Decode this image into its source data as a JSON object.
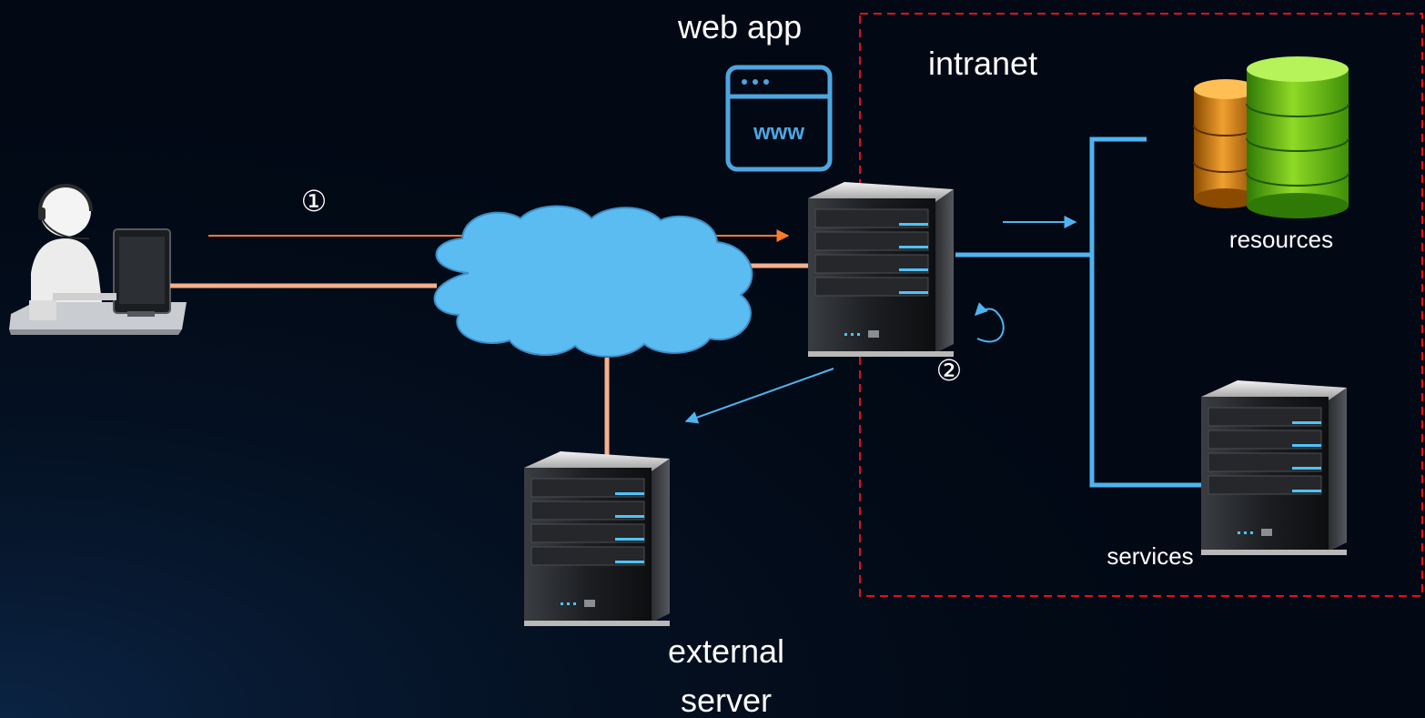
{
  "labels": {
    "web_app": "web app",
    "web_app_icon_text": "www",
    "intranet": "intranet",
    "resources": "resources",
    "services": "services",
    "external_line1": "external",
    "external_line2": "server",
    "step1": "①",
    "step2": "②"
  },
  "colors": {
    "background": "#020915",
    "request_arrow": "#ff7a2e",
    "user_link": "#f5b08c",
    "internal_link": "#4fb4ef",
    "cloud_fill": "#5bbcf2",
    "intranet_border": "#e0101a",
    "icon_stroke": "#4ea6e0"
  },
  "icons": [
    "user-at-computer-icon",
    "internet-cloud-icon",
    "web-app-window-icon",
    "server-icon",
    "database-icon",
    "self-loop-arrow-icon"
  ]
}
